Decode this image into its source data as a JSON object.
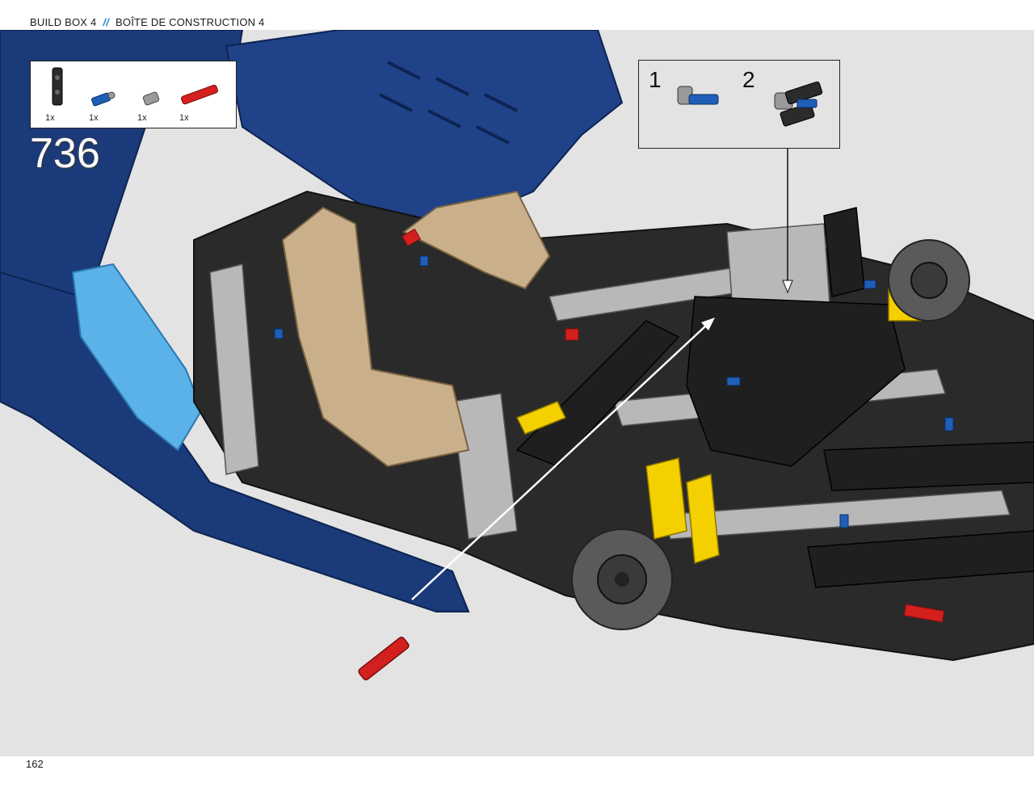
{
  "header": {
    "title_en": "BUILD BOX 4",
    "separator": "//",
    "title_fr": "BOÎTE DE CONSTRUCTION 4"
  },
  "step": {
    "number": "736"
  },
  "parts": [
    {
      "name": "black-axle-connector",
      "qty": "1x",
      "color": "#2b2b2b"
    },
    {
      "name": "blue-axle-pin",
      "qty": "1x",
      "color": "#1f5fb8"
    },
    {
      "name": "grey-bush",
      "qty": "1x",
      "color": "#9a9a9a"
    },
    {
      "name": "red-axle",
      "qty": "1x",
      "color": "#d41f1f"
    }
  ],
  "callout": {
    "step1": "1",
    "step2": "2"
  },
  "footer": {
    "page_number": "162"
  },
  "colors": {
    "model_blue": "#1a3a7a",
    "model_black": "#262626",
    "model_tan": "#c9b08a",
    "model_grey": "#b8b8b8",
    "accent_yellow": "#f4d000",
    "accent_red": "#d41f1f",
    "accent_light_blue": "#5bb2e8",
    "background": "#e3e3e3"
  }
}
